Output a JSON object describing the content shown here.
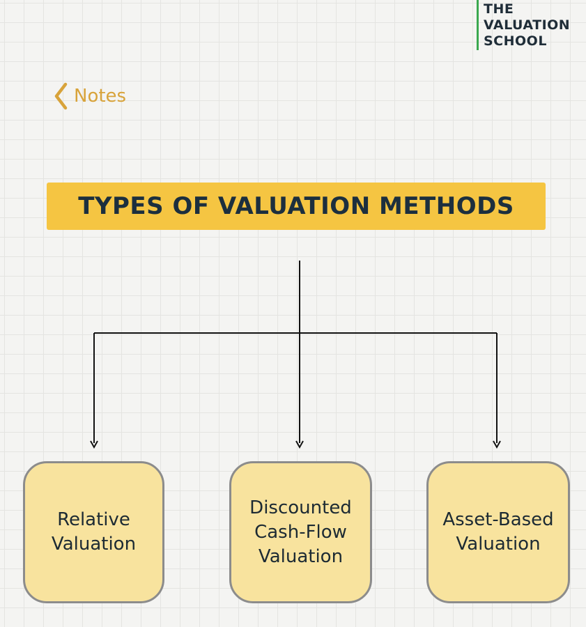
{
  "logo": {
    "lines": [
      "THE",
      "VALUATION",
      "SCHOOL"
    ]
  },
  "back_nav": {
    "label": "Notes",
    "icon": "chevron-left-icon"
  },
  "title": "TYPES OF VALUATION METHODS",
  "methods": [
    {
      "label": "Relative\nValuation"
    },
    {
      "label": "Discounted\nCash-Flow\nValuation"
    },
    {
      "label": "Asset-Based\nValuation"
    }
  ],
  "colors": {
    "title_bg": "#f5c542",
    "title_text": "#1c2f3e",
    "node_bg": "#f8e39e",
    "node_border": "#8c8c8c",
    "accent_back": "#d8a33a",
    "logo_bar": "#3aa84f"
  }
}
